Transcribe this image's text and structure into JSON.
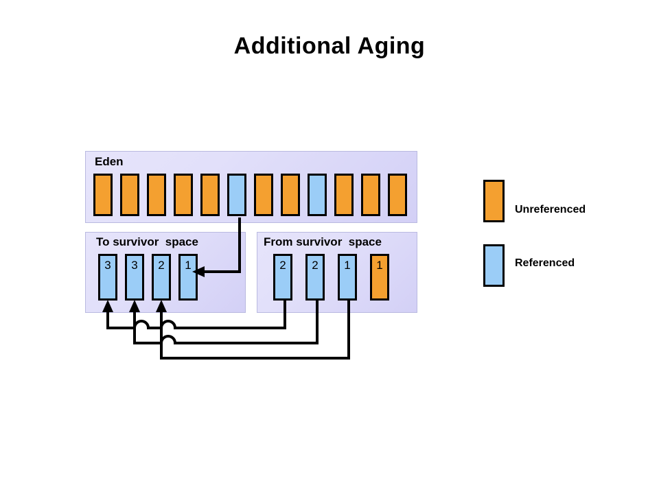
{
  "title": "Additional Aging",
  "colors": {
    "unreferenced": "#f4a030",
    "referenced": "#9bcdf7",
    "region_fill": "#e3e1fa",
    "region_border": "#b9b9e0",
    "outline": "#000000",
    "background": "#ffffff"
  },
  "regions": {
    "eden": {
      "label": "Eden",
      "blocks": [
        {
          "state": "unreferenced",
          "age": ""
        },
        {
          "state": "unreferenced",
          "age": ""
        },
        {
          "state": "unreferenced",
          "age": ""
        },
        {
          "state": "unreferenced",
          "age": ""
        },
        {
          "state": "unreferenced",
          "age": ""
        },
        {
          "state": "referenced",
          "age": ""
        },
        {
          "state": "unreferenced",
          "age": ""
        },
        {
          "state": "unreferenced",
          "age": ""
        },
        {
          "state": "referenced",
          "age": ""
        },
        {
          "state": "unreferenced",
          "age": ""
        },
        {
          "state": "unreferenced",
          "age": ""
        },
        {
          "state": "unreferenced",
          "age": ""
        }
      ]
    },
    "to_survivor": {
      "label": "To survivor  space",
      "blocks": [
        {
          "state": "referenced",
          "age": "3"
        },
        {
          "state": "referenced",
          "age": "3"
        },
        {
          "state": "referenced",
          "age": "2"
        },
        {
          "state": "referenced",
          "age": "1"
        }
      ]
    },
    "from_survivor": {
      "label": "From survivor  space",
      "blocks": [
        {
          "state": "referenced",
          "age": "2"
        },
        {
          "state": "referenced",
          "age": "2"
        },
        {
          "state": "referenced",
          "age": "1"
        },
        {
          "state": "unreferenced",
          "age": "1"
        }
      ]
    }
  },
  "legend": {
    "items": [
      {
        "label": "Unreferenced",
        "color": "#f4a030"
      },
      {
        "label": "Referenced",
        "color": "#9bcdf7"
      }
    ]
  },
  "connections": [
    {
      "from": "eden.5",
      "to": "to_survivor.3",
      "note": "promote referenced eden object"
    },
    {
      "from": "from_survivor.0",
      "to": "to_survivor.0",
      "note": "age 2 to age 3"
    },
    {
      "from": "from_survivor.1",
      "to": "to_survivor.1",
      "note": "age 2 to age 3"
    },
    {
      "from": "from_survivor.2",
      "to": "to_survivor.2",
      "note": "age 1 to age 2"
    }
  ]
}
